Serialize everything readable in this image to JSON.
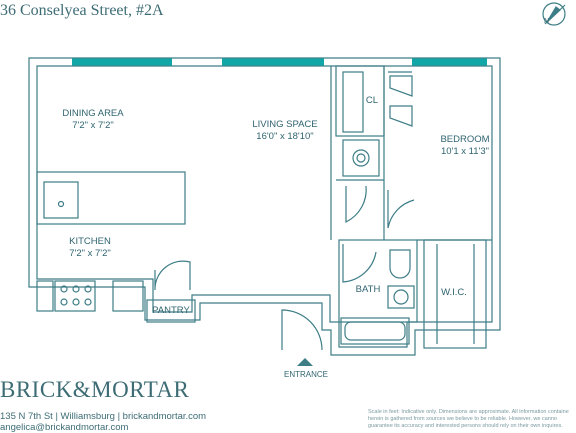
{
  "title": "36 Conselyea Street, #2A",
  "rooms": {
    "dining": {
      "name": "DINING AREA",
      "size": "7'2\" x 7'2\""
    },
    "living": {
      "name": "LIVING SPACE",
      "size": "16'0\" x 18'10\""
    },
    "closet": {
      "name": "CL"
    },
    "bedroom": {
      "name": "BEDROOM",
      "size": "10'1 x 11'3\""
    },
    "kitchen": {
      "name": "KITCHEN",
      "size": "7'2\" x 7'2\""
    },
    "bath": {
      "name": "BATH"
    },
    "wic": {
      "name": "W.I.C."
    },
    "pantry": {
      "name": "PANTRY"
    }
  },
  "entrance": "ENTRANCE",
  "compass": {
    "label": "N"
  },
  "brand": {
    "name": "BRICK&MORTAR",
    "address": "135 N 7th St | Williamsburg | brickandmortar.com",
    "email": "angelica@brickandmortar.com"
  },
  "disclaimer": [
    "Scale in feet: Indicative only. Dimensions are approximate. All information containe",
    "herein is gathered from sources we believe to be reliable. However, we canno",
    "guarantee its accuracy and interested persons should rely on their own inquires."
  ],
  "colors": {
    "wall": "#3d7d86",
    "window": "#13a6a6",
    "text": "#2f6470"
  }
}
